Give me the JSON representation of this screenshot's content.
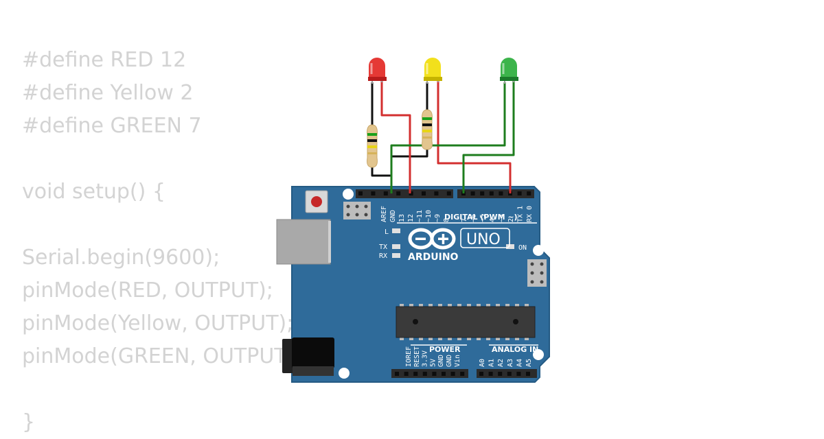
{
  "code_lines": [
    "#define RED 12",
    "#define Yellow 2",
    "#define GREEN 7",
    "",
    "void setup() {",
    "",
    "Serial.begin(9600);",
    "pinMode(RED, OUTPUT);",
    "pinMode(Yellow, OUTPUT);",
    "pinMode(GREEN, OUTPUT);",
    "",
    "}"
  ],
  "board": {
    "brand": "ARDUINO",
    "model": "UNO",
    "digital_header_label": "DIGITAL (PWM ~)",
    "power_label": "POWER",
    "analog_label": "ANALOG IN",
    "digital_pins_left": [
      "AREF",
      "GND",
      "13",
      "12",
      "~11",
      "~10",
      "~9",
      "8"
    ],
    "digital_pins_right": [
      "7",
      "~6",
      "~5",
      "4",
      "~3",
      "2",
      "TX 1",
      "RX 0"
    ],
    "power_pins": [
      "IOREF",
      "RESET",
      "3.3V",
      "5V",
      "GND",
      "GND",
      "Vin"
    ],
    "analog_pins": [
      "A0",
      "A1",
      "A2",
      "A3",
      "A4",
      "A5"
    ],
    "led_l": "L",
    "led_tx": "TX",
    "led_rx": "RX",
    "led_on": "ON"
  },
  "leds": [
    {
      "name": "red-led",
      "color": "#e53935",
      "dark": "#b71c1c"
    },
    {
      "name": "yellow-led",
      "color": "#f2e01c",
      "dark": "#c5b300"
    },
    {
      "name": "green-led",
      "color": "#3cb44b",
      "dark": "#1b7a2b"
    }
  ],
  "colors": {
    "board": "#2f6b9a",
    "board_edge": "#245a83",
    "wire_red": "#d32f2f",
    "wire_green": "#1e7d1e",
    "wire_black": "#111111",
    "code_text": "#d3d3d3"
  }
}
